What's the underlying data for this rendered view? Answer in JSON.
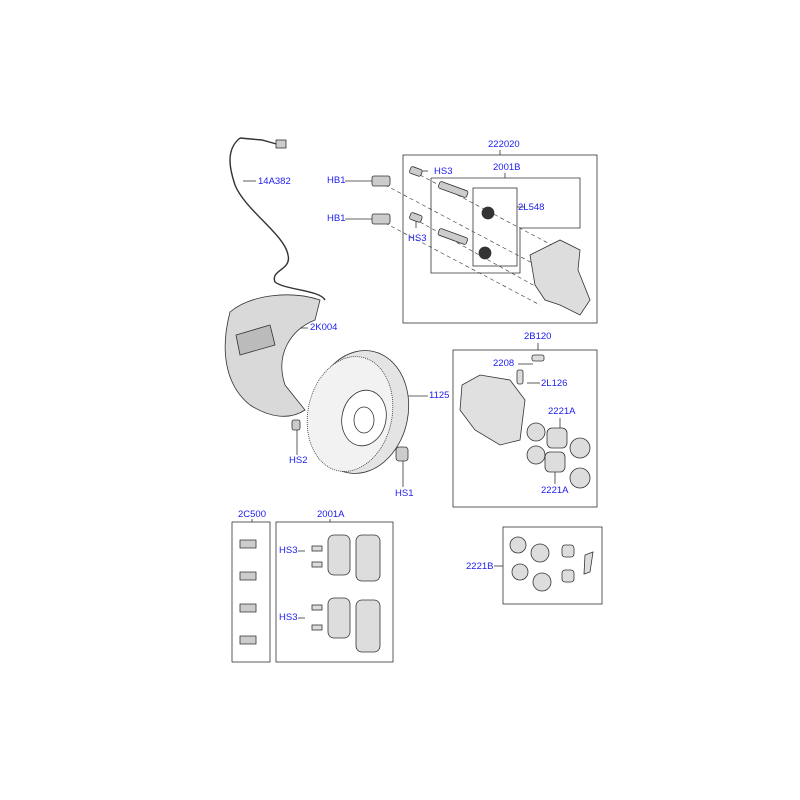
{
  "diagram": {
    "title": "Front brake assembly parts diagram",
    "colors": {
      "label": "#1c1cf0",
      "line": "#333333",
      "part_fill": "#d6d6d6"
    },
    "callouts": {
      "caliper_carrier_kit": "222020",
      "carrier_bolt_kit": "2001B",
      "hs3_top": "HS3",
      "hb1_top": "HB1",
      "hb1_bottom": "HB1",
      "bushing": "2L548",
      "hs3_middle": "HS3",
      "wear_sensor": "14A382",
      "splash_shield": "2K004",
      "brake_disc": "1125",
      "hs2": "HS2",
      "hs1": "HS1",
      "caliper": "2B120",
      "bleed_screw": "2208",
      "bleed_cap": "2L126",
      "piston_upper": "2221A",
      "piston_lower": "2221A",
      "clip_kit": "2C500",
      "pad_kit": "2001A",
      "pad_hs3_upper": "HS3",
      "pad_hs3_lower": "HS3",
      "seal_kit": "2221B"
    }
  }
}
